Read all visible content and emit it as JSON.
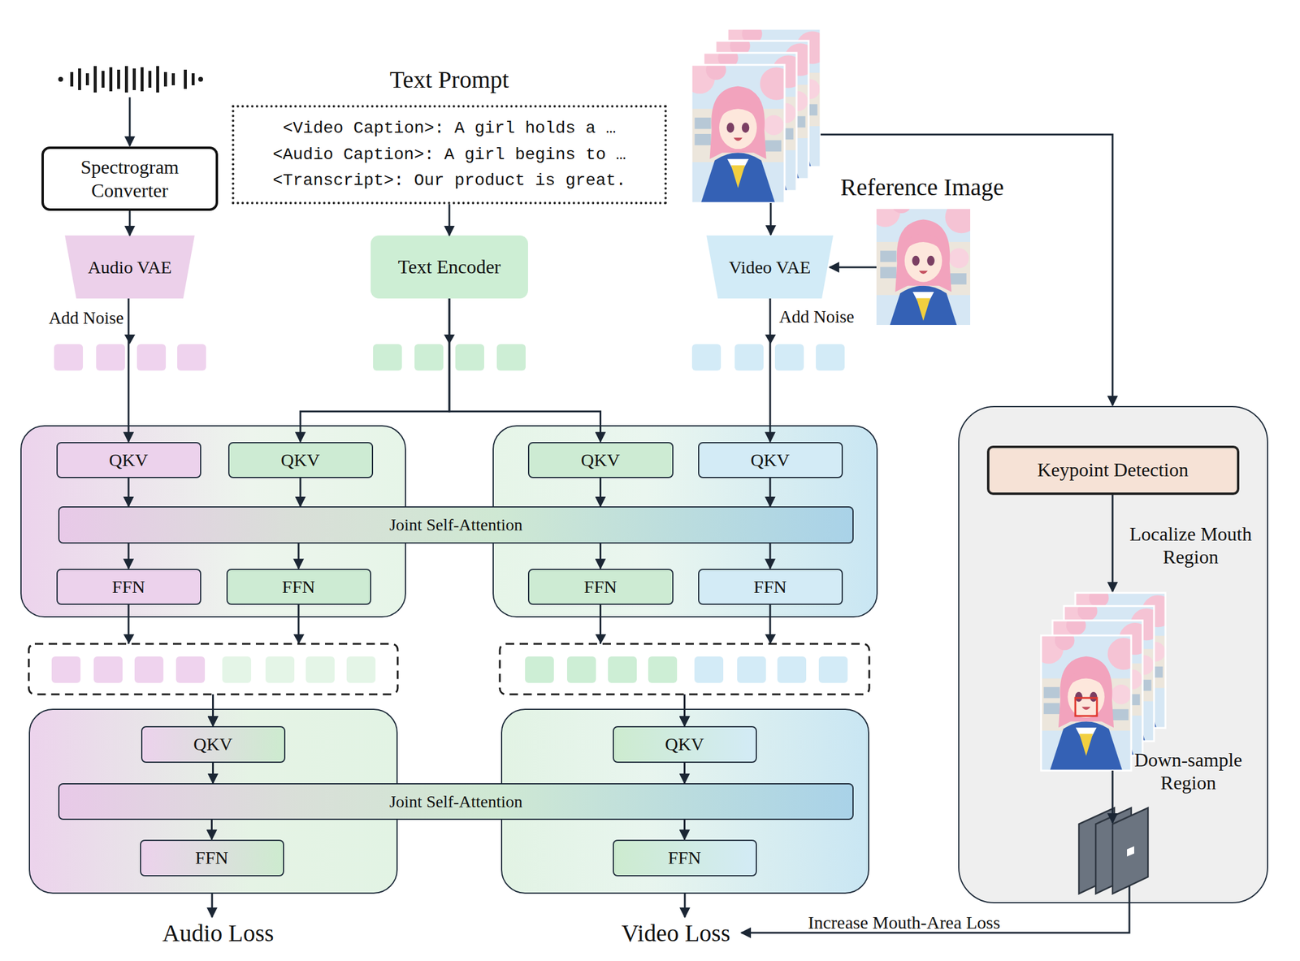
{
  "diagram": {
    "nodes": [
      {
        "text": [
          "Spectrogram Converter"
        ]
      },
      {
        "text": [
          "Text Prompt",
          "<Video Caption>: A girl holds a …",
          "<Audio Caption>: A girl begins to …",
          "<Transcript>: Our product is great."
        ]
      },
      {
        "text": [
          "Audio VAE"
        ]
      },
      {
        "text": [
          "Text Encoder"
        ]
      },
      {
        "text": [
          "Video VAE"
        ]
      },
      {
        "text": []
      },
      {
        "text": [
          "QKV"
        ],
        "in": 5
      },
      {
        "text": [
          "QKV"
        ],
        "in": 5
      },
      {
        "text": [
          "FFN"
        ],
        "in": 5
      },
      {
        "text": [
          "FFN"
        ],
        "in": 5
      },
      {
        "text": []
      },
      {
        "text": [
          "QKV"
        ],
        "in": 10
      },
      {
        "text": [
          "QKV"
        ],
        "in": 10
      },
      {
        "text": [
          "FFN"
        ],
        "in": 10
      },
      {
        "text": [
          "FFN"
        ],
        "in": 10
      },
      {
        "text": [
          "Joint Self-Attention"
        ]
      },
      {
        "text": []
      },
      {
        "text": [
          "QKV"
        ],
        "in": 16
      },
      {
        "text": [
          "FFN"
        ],
        "in": 16
      },
      {
        "text": []
      },
      {
        "text": [
          "QKV"
        ],
        "in": 19
      },
      {
        "text": [
          "FFN"
        ],
        "in": 19
      },
      {
        "text": [
          "Joint Self-Attention"
        ]
      },
      {
        "text": []
      },
      {
        "text": [
          "Keypoint Detection"
        ],
        "in": 23
      }
    ],
    "edges": [
      {
        "from": 0,
        "to": 2,
        "arrow": "to"
      },
      {
        "from": 1,
        "to": 3,
        "arrow": "to"
      },
      {
        "from": 2,
        "to": 6,
        "label": "Add Noise",
        "arrow": "to"
      },
      {
        "from": 3,
        "to": 7,
        "arrow": "to"
      },
      {
        "from": 3,
        "to": 11,
        "arrow": "to"
      },
      {
        "from": 4,
        "to": 12,
        "label": "Add Noise",
        "arrow": "to"
      },
      {
        "from": 6,
        "to": 15,
        "arrow": "to"
      },
      {
        "from": 7,
        "to": 15,
        "arrow": "to"
      },
      {
        "from": 11,
        "to": 15,
        "arrow": "to"
      },
      {
        "from": 12,
        "to": 15,
        "arrow": "to"
      },
      {
        "from": 15,
        "to": 8,
        "arrow": "to"
      },
      {
        "from": 15,
        "to": 9,
        "arrow": "to"
      },
      {
        "from": 15,
        "to": 13,
        "arrow": "to"
      },
      {
        "from": 15,
        "to": 14,
        "arrow": "to"
      },
      {
        "from": 8,
        "to": 17,
        "arrow": "to"
      },
      {
        "from": 9,
        "to": 17,
        "arrow": "to"
      },
      {
        "from": 13,
        "to": 20,
        "arrow": "to"
      },
      {
        "from": 14,
        "to": 20,
        "arrow": "to"
      },
      {
        "from": 17,
        "to": 22,
        "arrow": "to"
      },
      {
        "from": 22,
        "to": 18,
        "arrow": "to"
      },
      {
        "from": 20,
        "to": 22,
        "arrow": "to"
      },
      {
        "from": 22,
        "to": 21,
        "arrow": "to"
      }
    ],
    "labels": [
      "Reference Image",
      "Localize Mouth Region",
      "Down-sample Region",
      "Audio Loss",
      "Video Loss",
      "Increase Mouth-Area Loss"
    ]
  }
}
